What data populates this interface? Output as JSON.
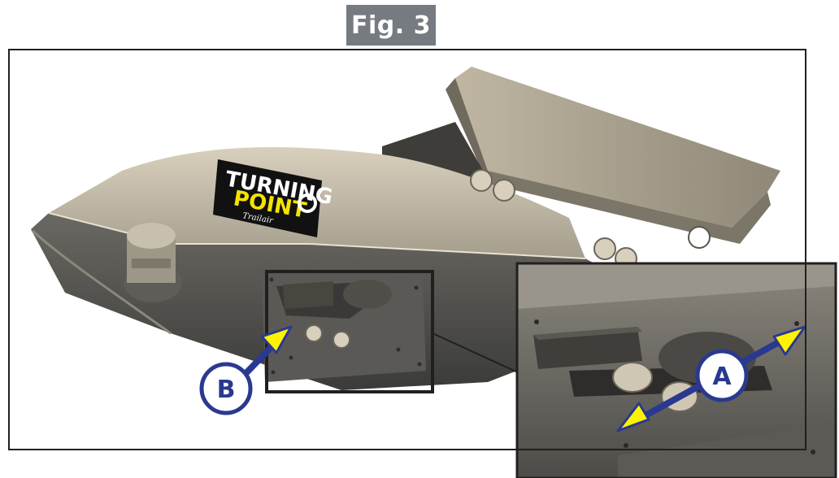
{
  "figure": {
    "label": "Fig. 3"
  },
  "logo": {
    "line1": "TURNING",
    "line2": "POINT",
    "sub": "Trailair"
  },
  "callouts": {
    "a": "A",
    "b": "B"
  },
  "colors": {
    "tab": "#757b80",
    "frame": "#231f20",
    "callout": "#2a3990",
    "arrowhead": "#fff200",
    "metal_light": "#c9c0ad",
    "metal_dark": "#4a4a48",
    "logo_yellow": "#f4e300"
  }
}
